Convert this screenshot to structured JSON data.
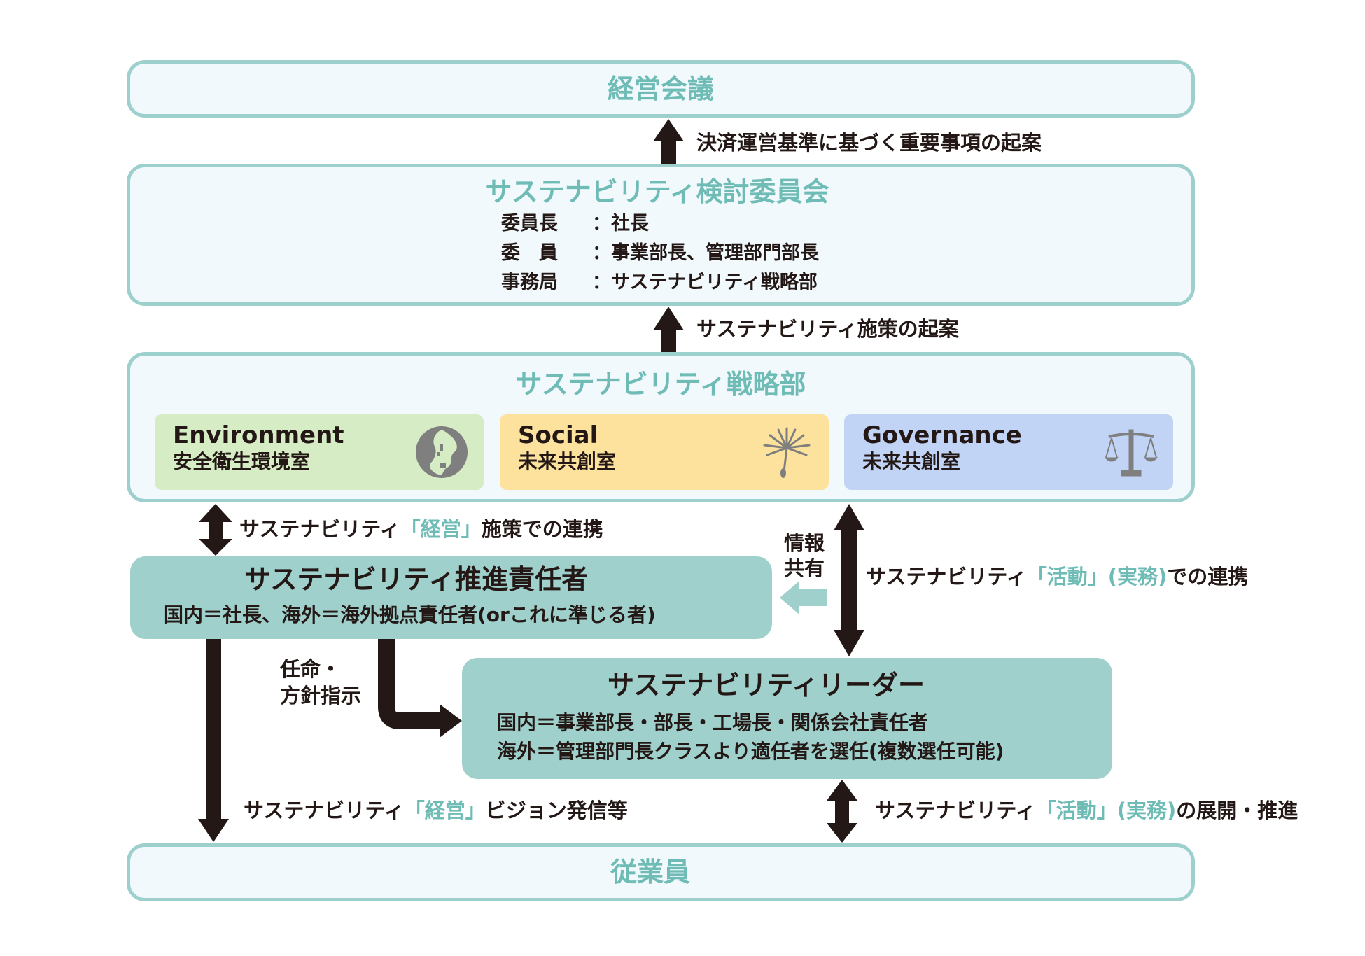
{
  "board": {
    "title": "経営会議"
  },
  "arrow_to_board": {
    "label": "決済運営基準に基づく重要事項の起案"
  },
  "committee": {
    "title": "サステナビリティ検討委員会",
    "members": [
      {
        "role": "委員長",
        "value": "：社長"
      },
      {
        "role": "委　員",
        "value": "：事業部長、管理部門部長"
      },
      {
        "role": "事務局",
        "value": "：サステナビリティ戦略部"
      }
    ]
  },
  "arrow_to_committee": {
    "label": "サステナビリティ施策の起案"
  },
  "strategy": {
    "title": "サステナビリティ戦略部",
    "units": [
      {
        "en": "Environment",
        "jp": "安全衛生環境室",
        "icon": "globe-icon",
        "color": "#d6ecc4"
      },
      {
        "en": "Social",
        "jp": "未来共創室",
        "icon": "dandelion-seed-icon",
        "color": "#fde29e"
      },
      {
        "en": "Governance",
        "jp": "未来共創室",
        "icon": "scales-icon",
        "color": "#c1d4f5"
      }
    ]
  },
  "link_management": {
    "prefix": "サステナビリティ",
    "highlight": "「経営」",
    "suffix": "施策での連携"
  },
  "info_share": {
    "label_line1": "情報",
    "label_line2": "共有"
  },
  "link_activity": {
    "prefix": "サステナビリティ",
    "highlight": "「活動」(実務)",
    "suffix": "での連携"
  },
  "promoter": {
    "title": "サステナビリティ推進責任者",
    "detail": "国内＝社長、海外＝海外拠点責任者(orこれに準じる者)"
  },
  "appoint": {
    "label_line1": "任命・",
    "label_line2": "方針指示"
  },
  "leader": {
    "title": "サステナビリティリーダー",
    "detail_line1": "国内＝事業部長・部長・工場長・関係会社責任者",
    "detail_line2": "海外＝管理部門長クラスより適任者を選任(複数選任可能)"
  },
  "vision": {
    "prefix": "サステナビリティ",
    "highlight": "「経営」",
    "suffix": "ビジョン発信等"
  },
  "deploy": {
    "prefix": "サステナビリティ",
    "highlight": "「活動」(実務)",
    "suffix": "の展開・推進"
  },
  "employees": {
    "title": "従業員"
  },
  "colors": {
    "teal_border": "#9dd0cc",
    "teal_text": "#6fbcb6",
    "box_fill": "#f1f9fc",
    "arrow": "#231815"
  }
}
